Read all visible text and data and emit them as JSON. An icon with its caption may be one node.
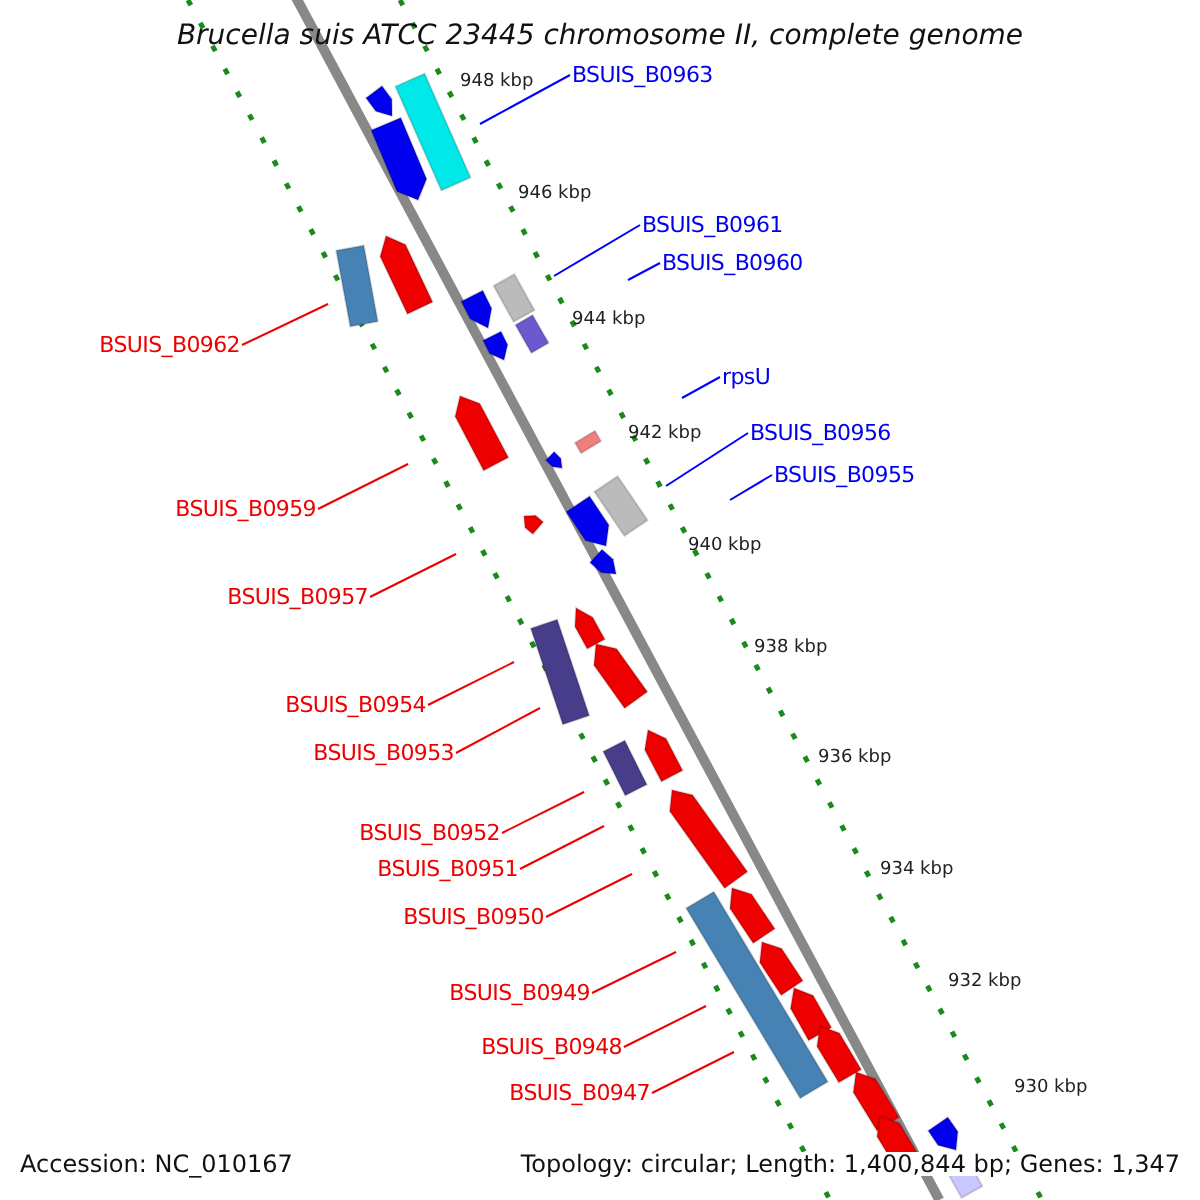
{
  "diagram": {
    "title": "Brucella suis ATCC 23445 chromosome II, complete genome",
    "nodes": [
      {
        "text": [
          "BSUIS_B0963"
        ]
      },
      {
        "text": [
          "BSUIS_B0961"
        ]
      },
      {
        "text": [
          "BSUIS_B0960"
        ]
      },
      {
        "text": [
          "BSUIS_B0962"
        ]
      },
      {
        "text": [
          "rpsU"
        ]
      },
      {
        "text": [
          "BSUIS_B0956"
        ]
      },
      {
        "text": [
          "BSUIS_B0955"
        ]
      },
      {
        "text": [
          "BSUIS_B0959"
        ]
      },
      {
        "text": [
          "BSUIS_B0957"
        ]
      },
      {
        "text": [
          "BSUIS_B0954"
        ]
      },
      {
        "text": [
          "BSUIS_B0953"
        ]
      },
      {
        "text": [
          "BSUIS_B0952"
        ]
      },
      {
        "text": [
          "BSUIS_B0951"
        ]
      },
      {
        "text": [
          "BSUIS_B0950"
        ]
      },
      {
        "text": [
          "BSUIS_B0949"
        ]
      },
      {
        "text": [
          "BSUIS_B0948"
        ]
      },
      {
        "text": [
          "BSUIS_B0947"
        ]
      }
    ],
    "edges": [
      {
        "from": 0,
        "to": null,
        "arrow": "none",
        "color": "#0000ff"
      },
      {
        "from": 1,
        "to": null,
        "arrow": "none",
        "color": "#0000ff"
      },
      {
        "from": 2,
        "to": null,
        "arrow": "none",
        "color": "#0000ff"
      },
      {
        "from": 3,
        "to": null,
        "arrow": "none"
      },
      {
        "from": 4,
        "to": null,
        "arrow": "none",
        "color": "#0000ff"
      },
      {
        "from": 5,
        "to": null,
        "arrow": "none",
        "color": "#0000ff"
      },
      {
        "from": 6,
        "to": null,
        "arrow": "none",
        "color": "#0000ff"
      },
      {
        "from": 7,
        "to": null,
        "arrow": "none"
      },
      {
        "from": 8,
        "to": null,
        "arrow": "none"
      },
      {
        "from": 9,
        "to": null,
        "arrow": "none"
      },
      {
        "from": 10,
        "to": null,
        "arrow": "none"
      },
      {
        "from": 11,
        "to": null,
        "arrow": "none"
      },
      {
        "from": 12,
        "to": null,
        "arrow": "none"
      },
      {
        "from": 13,
        "to": null,
        "arrow": "none"
      },
      {
        "from": 14,
        "to": null,
        "arrow": "none"
      },
      {
        "from": 15,
        "to": null,
        "arrow": "none"
      },
      {
        "from": 16,
        "to": null,
        "arrow": "none"
      }
    ],
    "labels": [
      "948 kbp",
      "946 kbp",
      "944 kbp",
      "942 kbp",
      "940 kbp",
      "938 kbp",
      "936 kbp",
      "934 kbp",
      "932 kbp",
      "930 kbp",
      "Accession: NC_010167",
      "Topology: circular; Length: 1,400,844 bp; Genes: 1,347"
    ]
  }
}
